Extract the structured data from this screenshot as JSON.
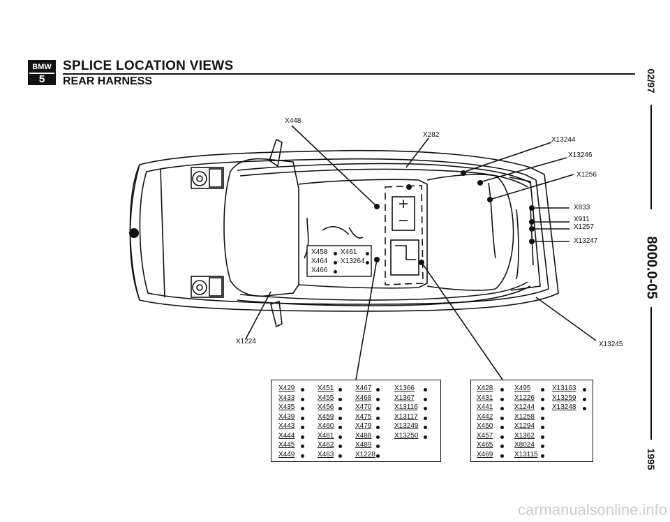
{
  "header": {
    "logo_brand": "BMW",
    "logo_series": "5",
    "title": "SPLICE LOCATION VIEWS",
    "subtitle": "REAR HARNESS"
  },
  "margin": {
    "date": "02/97",
    "page": "8000.0-05",
    "year": "1995"
  },
  "callouts": {
    "x448": "X448",
    "x282": "X282",
    "x13244": "X13244",
    "x13246": "X13246",
    "x1256": "X1256",
    "x833": "X833",
    "x911": "X911",
    "x1257": "X1257",
    "x13247": "X13247",
    "x1224": "X1224",
    "x13245": "X13245"
  },
  "inner_box": [
    [
      "X458",
      "X461"
    ],
    [
      "X464",
      "X13264"
    ],
    [
      "X466",
      ""
    ]
  ],
  "table_left": [
    [
      "X429",
      "X451",
      "X467",
      "X1366"
    ],
    [
      "X433",
      "X455",
      "X468",
      "X1367"
    ],
    [
      "X435",
      "X456",
      "X470",
      "X13116"
    ],
    [
      "X439",
      "X459",
      "X475",
      "X13117"
    ],
    [
      "X443",
      "X460",
      "X479",
      "X13249"
    ],
    [
      "X444",
      "X461",
      "X488",
      "X13250"
    ],
    [
      "X445",
      "X462",
      "X489",
      ""
    ],
    [
      "X449",
      "X463",
      "X1228",
      ""
    ]
  ],
  "table_right": [
    [
      "X428",
      "X495",
      "X13163"
    ],
    [
      "X431",
      "X1226",
      "X13259"
    ],
    [
      "X441",
      "X1244",
      "X13248"
    ],
    [
      "X442",
      "X1258",
      ""
    ],
    [
      "X450",
      "X1294",
      ""
    ],
    [
      "X457",
      "X1362",
      ""
    ],
    [
      "X465",
      "X8024",
      ""
    ],
    [
      "X469",
      "X13115",
      ""
    ]
  ],
  "watermark": "carmanualsonline.info"
}
